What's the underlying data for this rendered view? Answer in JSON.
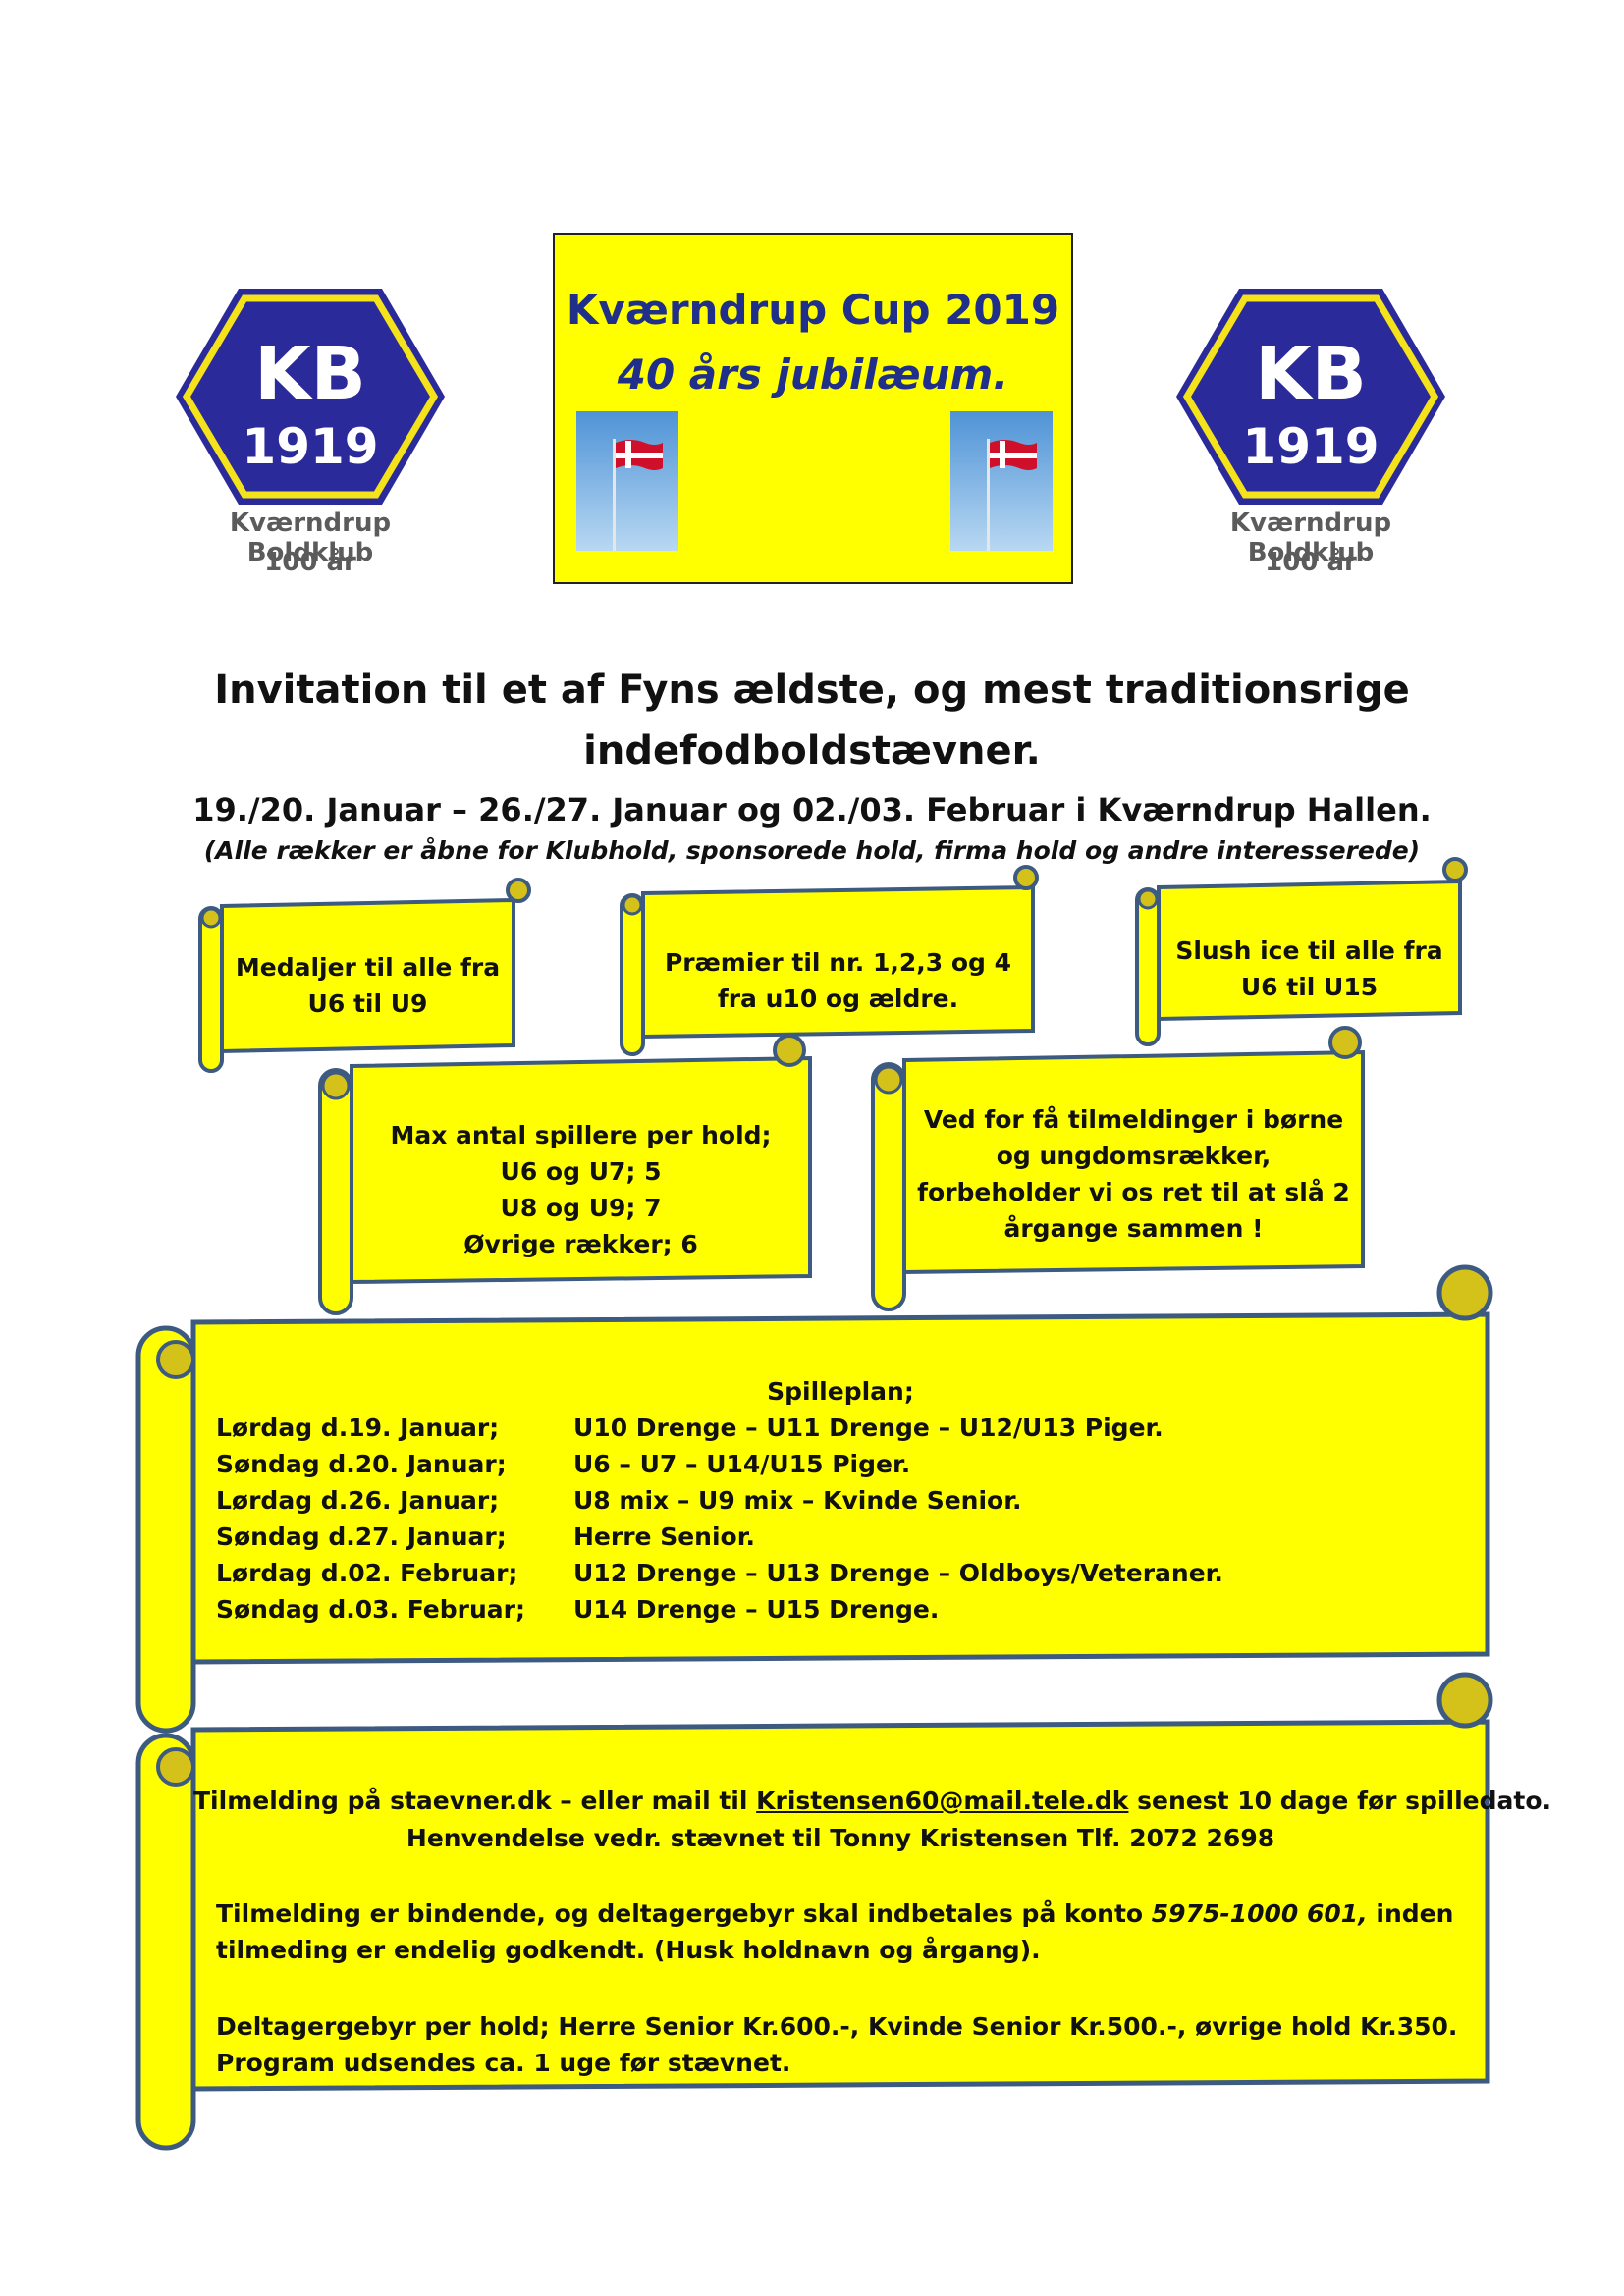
{
  "logo": {
    "letters": "KB",
    "year": "1919",
    "club": "Kværndrup Boldklub",
    "years": "100 år",
    "colors": {
      "hex": "#2b2a9a",
      "ring": "#f4e21a"
    }
  },
  "cup_box": {
    "title": "Kværndrup Cup 2019",
    "subtitle": "40 års jubilæum.",
    "background": "#ffff00",
    "text_color": "#1f2f8a"
  },
  "headline_1": "Invitation til et af Fyns ældste, og mest traditionsrige",
  "headline_2": "indefodboldstævner.",
  "dates": "19./20. Januar – 26./27. Januar og 02./03. Februar i Kværndrup Hallen.",
  "note": "(Alle rækker er åbne for Klubhold, sponsorede hold, firma hold og andre interesserede)",
  "scrolls": [
    {
      "lines": [
        "Medaljer til alle fra",
        "U6 til U9"
      ]
    },
    {
      "lines": [
        "Præmier til nr. 1,2,3 og 4",
        "fra u10 og ældre."
      ]
    },
    {
      "lines": [
        "Slush ice til alle fra",
        "U6 til U15"
      ]
    },
    {
      "lines": [
        "Max antal spillere per hold;",
        "U6 og U7; 5",
        "U8 og U9; 7",
        "Øvrige rækker; 6"
      ]
    },
    {
      "lines": [
        "Ved for få tilmeldinger i børne",
        "og ungdomsrækker,",
        "forbeholder vi os ret til at slå 2",
        "årgange sammen !"
      ]
    }
  ],
  "schedule": {
    "title": "Spilleplan;",
    "rows": [
      {
        "day": "Lørdag  d.19. Januar;",
        "teams": "U10 Drenge – U11 Drenge – U12/U13 Piger."
      },
      {
        "day": "Søndag d.20. Januar;",
        "teams": "U6 – U7 – U14/U15 Piger."
      },
      {
        "day": "Lørdag  d.26. Januar;",
        "teams": "U8 mix – U9 mix – Kvinde Senior."
      },
      {
        "day": "Søndag d.27. Januar;",
        "teams": "Herre Senior."
      },
      {
        "day": "Lørdag  d.02. Februar;",
        "teams": "U12 Drenge – U13 Drenge – Oldboys/Veteraner."
      },
      {
        "day": "Søndag d.03. Februar;",
        "teams": "U14 Drenge – U15 Drenge."
      }
    ]
  },
  "registration": {
    "line1_pre": "Tilmelding på staevner.dk – eller mail til ",
    "email": "Kristensen60@mail.tele.dk",
    "line1_post": " senest 10 dage før spilledato.",
    "line2": "Henvendelse vedr. stævnet til Tonny Kristensen Tlf. 2072 2698",
    "line3_pre": "Tilmelding er bindende, og deltagergebyr skal indbetales på konto ",
    "account": "5975-1000 601,",
    "line3_post": " inden",
    "line4": "tilmeding er endelig godkendt. (Husk holdnavn og årgang).",
    "line5": "Deltagergebyr per hold; Herre Senior Kr.600.-, Kvinde Senior Kr.500.-, øvrige hold Kr.350.",
    "line6": "Program udsendes ca. 1 uge før stævnet."
  },
  "colors": {
    "scroll_fill": "#ffff00",
    "scroll_stroke": "#3d5a80",
    "scroll_curl": "#d4c21a"
  }
}
